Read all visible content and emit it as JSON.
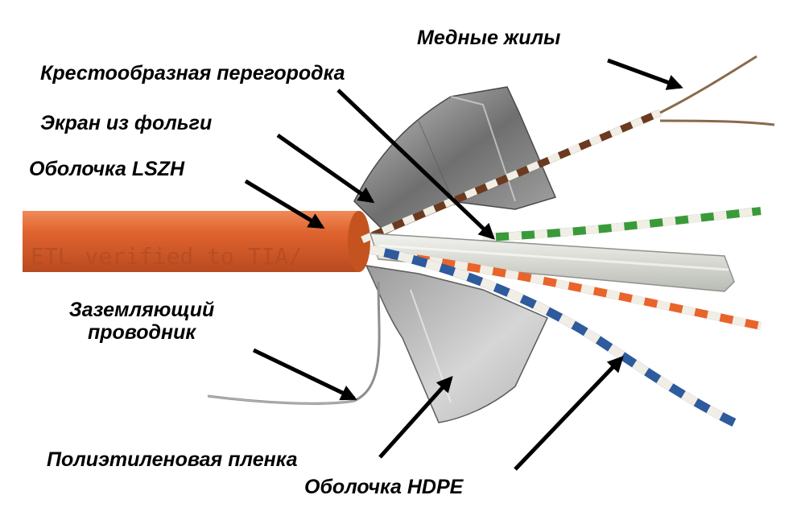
{
  "labels": {
    "copper_cores": "Медные жилы",
    "cross_divider": "Крестообразная перегородка",
    "foil_screen": "Экран из фольги",
    "lszh_sheath": "Оболочка LSZH",
    "ground_wire_line1": "Заземляющий",
    "ground_wire_line2": "проводник",
    "pe_film": "Полиэтиленовая пленка",
    "hdpe_sheath": "Оболочка HDPE"
  },
  "cable_print": "ETL verified to TIA/",
  "colors": {
    "sheath": "#e0642f",
    "sheath_dark": "#b94a20",
    "foil": "#8e8e8e",
    "divider": "#d9dbd6",
    "pair_brown": "#6b3a1f",
    "pair_green": "#3a9a3a",
    "pair_orange": "#e8642a",
    "pair_blue": "#2e5a9e",
    "pair_white": "#f1eee6",
    "arrow": "#000000"
  }
}
